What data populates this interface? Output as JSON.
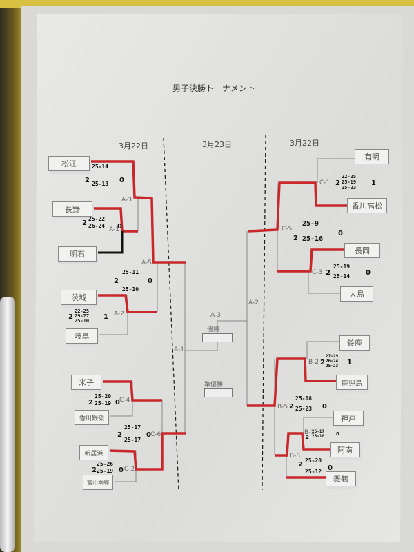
{
  "title": "男子決勝トーナメント",
  "dates": {
    "left": "3月22日",
    "center": "3月23日",
    "right": "3月22日"
  },
  "center": {
    "champion": "優勝",
    "runner_up": "準優勝",
    "final": "A-3",
    "semi_left": "A-1",
    "semi_right": "A-2"
  },
  "left_teams": [
    "松江",
    "長野",
    "明石",
    "茨城",
    "岐阜",
    "米子",
    "香川銀嶺",
    "新居浜",
    "富山本郷"
  ],
  "right_teams": [
    "有明",
    "香川高松",
    "長岡",
    "大島",
    "鈴鹿",
    "鹿児島",
    "神戸",
    "阿南",
    "舞鶴"
  ],
  "matches": [
    {
      "code": "A-3",
      "w": "2",
      "l": "0",
      "sets": [
        "25-14",
        "25-13"
      ]
    },
    {
      "code": "A-1",
      "w": "2",
      "l": "0",
      "sets": [
        "25-22",
        "26-24"
      ]
    },
    {
      "code": "A-5",
      "w": "2",
      "l": "0",
      "sets": [
        "25-11",
        "25-10"
      ]
    },
    {
      "code": "A-2",
      "w": "2",
      "l": "1",
      "sets": [
        "22-25",
        "29-27",
        "25-10"
      ]
    },
    {
      "code": "C-4",
      "w": "2",
      "l": "0",
      "sets": [
        "25-20",
        "25-19"
      ]
    },
    {
      "code": "C-6",
      "w": "2",
      "l": "0",
      "sets": [
        "25-17",
        "25-17"
      ]
    },
    {
      "code": "C-2",
      "w": "2",
      "l": "0",
      "sets": [
        "25-26",
        "25-19"
      ]
    },
    {
      "code": "C-1",
      "w": "2",
      "l": "1",
      "sets": [
        "22-25",
        "25-19",
        "25-23"
      ]
    },
    {
      "code": "C-5",
      "w": "2",
      "l": "0",
      "sets": [
        "25-9",
        "25-16"
      ]
    },
    {
      "code": "C-3",
      "w": "2",
      "l": "0",
      "sets": [
        "25-19",
        "25-14"
      ]
    },
    {
      "code": "B-2",
      "w": "2",
      "l": "1",
      "sets": [
        "27-29",
        "26-24",
        "25-23"
      ]
    },
    {
      "code": "B-5",
      "w": "2",
      "l": "0",
      "sets": [
        "25-18",
        "25-23"
      ]
    },
    {
      "code": "B-1",
      "w": "2",
      "l": "0",
      "sets": [
        "25-17",
        "25-18"
      ]
    },
    {
      "code": "B-3",
      "w": "2",
      "l": "0",
      "sets": [
        "25-20",
        "25-12"
      ]
    }
  ],
  "colors": {
    "winner_line": "#c8282a",
    "bracket_line": "#888888"
  }
}
